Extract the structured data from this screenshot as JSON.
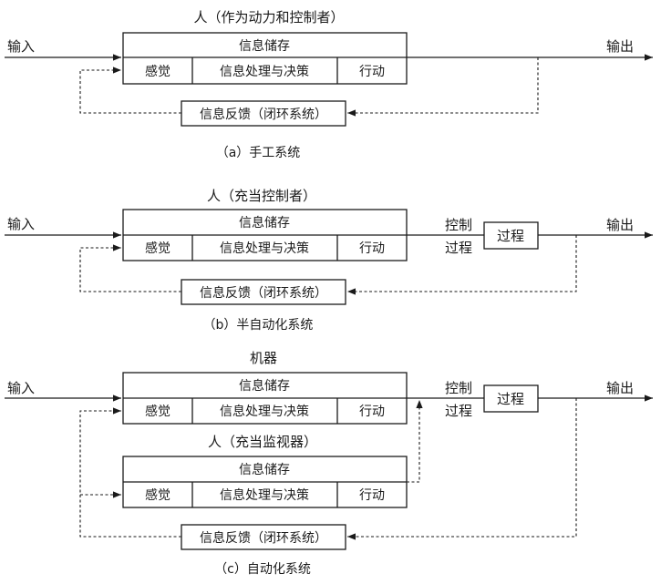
{
  "panel_a": {
    "title": "人（作为动力和控制者）",
    "input": "输入",
    "output": "输出",
    "storage": "信息储存",
    "sense": "感觉",
    "process": "信息处理与决策",
    "act": "行动",
    "feedback": "信息反馈（闭环系统）",
    "caption": "（a）手工系统"
  },
  "panel_b": {
    "title": "人（充当控制者）",
    "input": "输入",
    "output": "输出",
    "storage": "信息储存",
    "sense": "感觉",
    "process": "信息处理与决策",
    "act": "行动",
    "control_1": "控制",
    "control_2": "过程",
    "process_box": "过程",
    "feedback": "信息反馈（闭环系统）",
    "caption": "（b）半自动化系统"
  },
  "panel_c": {
    "machine_title": "机器",
    "human_title": "人（充当监视器）",
    "input": "输入",
    "output": "输出",
    "storage": "信息储存",
    "sense": "感觉",
    "process": "信息处理与决策",
    "act": "行动",
    "storage_2": "信息储存",
    "sense_2": "感觉",
    "process_2": "信息处理与决策",
    "act_2": "行动",
    "control_1": "控制",
    "control_2": "过程",
    "process_box": "过程",
    "feedback": "信息反馈（闭环系统）",
    "caption": "（c）自动化系统"
  }
}
